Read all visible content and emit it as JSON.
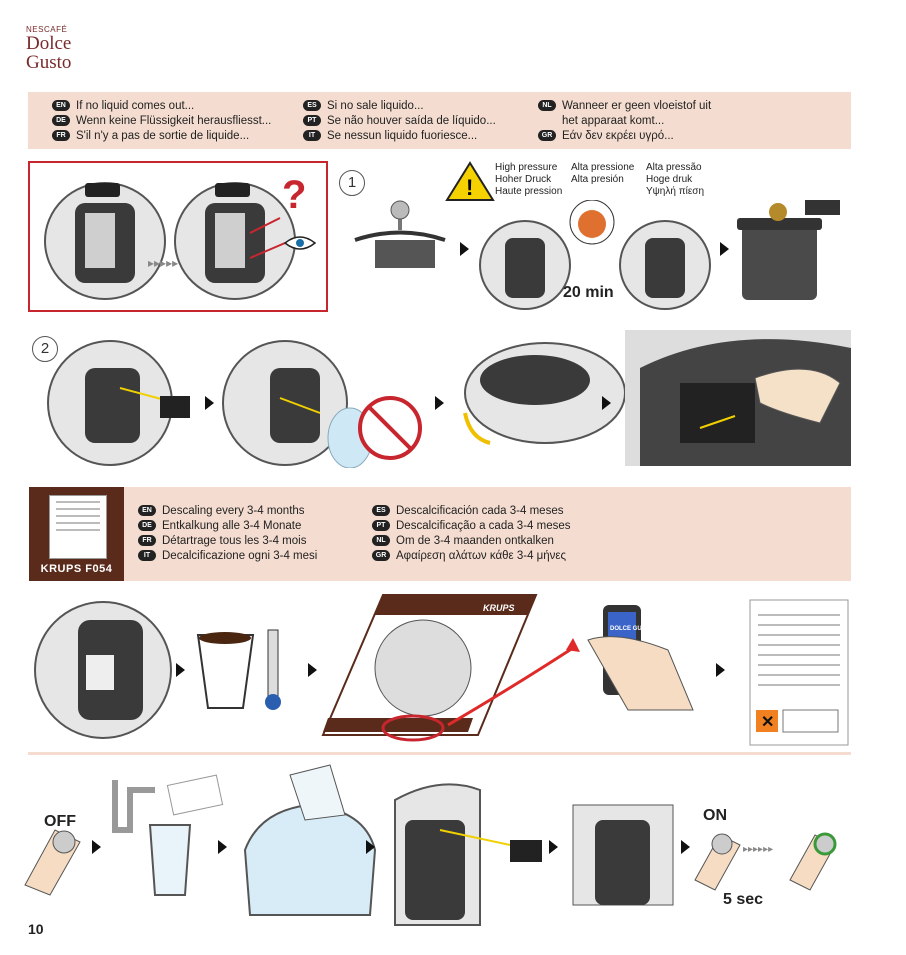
{
  "logo": {
    "top": "NESCAFÉ",
    "line1": "Dolce",
    "line2": "Gusto"
  },
  "no_liquid": {
    "col1": [
      {
        "code": "EN",
        "text": "If no liquid comes out..."
      },
      {
        "code": "DE",
        "text": "Wenn keine Flüssigkeit herausfliesst..."
      },
      {
        "code": "FR",
        "text": "S'il n'y a pas de sortie de liquide..."
      }
    ],
    "col2": [
      {
        "code": "ES",
        "text": "Si no sale liquido..."
      },
      {
        "code": "PT",
        "text": "Se não houver saída de líquido..."
      },
      {
        "code": "IT",
        "text": "Se nessun liquido fuoriesce..."
      }
    ],
    "col3": [
      {
        "code": "NL",
        "text": "Wanneer er geen vloeistof uit"
      },
      {
        "code": "",
        "text": "het apparaat komt..."
      },
      {
        "code": "GR",
        "text": "Εάν δεν εκρέει υγρό..."
      }
    ]
  },
  "warning": {
    "col1": [
      "High pressure",
      "Hoher Druck",
      "Haute pression"
    ],
    "col2": [
      "Alta pressione",
      "Alta presión"
    ],
    "col3": [
      "Alta pressão",
      "Hoge druk",
      "Υψηλή πίεση"
    ]
  },
  "step1": {
    "number": "1",
    "wait": "20 min"
  },
  "step2": {
    "number": "2"
  },
  "question_mark": "?",
  "descaling": {
    "product": "KRUPS  F054",
    "col1": [
      {
        "code": "EN",
        "text": "Descaling every 3-4 months"
      },
      {
        "code": "DE",
        "text": "Entkalkung alle 3-4 Monate"
      },
      {
        "code": "FR",
        "text": "Détartrage tous les 3-4 mois"
      },
      {
        "code": "IT",
        "text": "Decalcificazione ogni 3-4 mesi"
      }
    ],
    "col2": [
      {
        "code": "ES",
        "text": "Descalcificación cada 3-4 meses"
      },
      {
        "code": "PT",
        "text": "Descalcificação a cada 3-4 meses"
      },
      {
        "code": "NL",
        "text": "Om de 3-4 maanden ontkalken"
      },
      {
        "code": "GR",
        "text": "Αφαίρεση αλάτων κάθε 3-4 μήνες"
      }
    ]
  },
  "manual": {
    "brand": "KRUPS",
    "phone": "DOLCE GUSTO"
  },
  "bottom": {
    "off": "OFF",
    "on": "ON",
    "duration": "5 sec"
  },
  "page_number": "10"
}
